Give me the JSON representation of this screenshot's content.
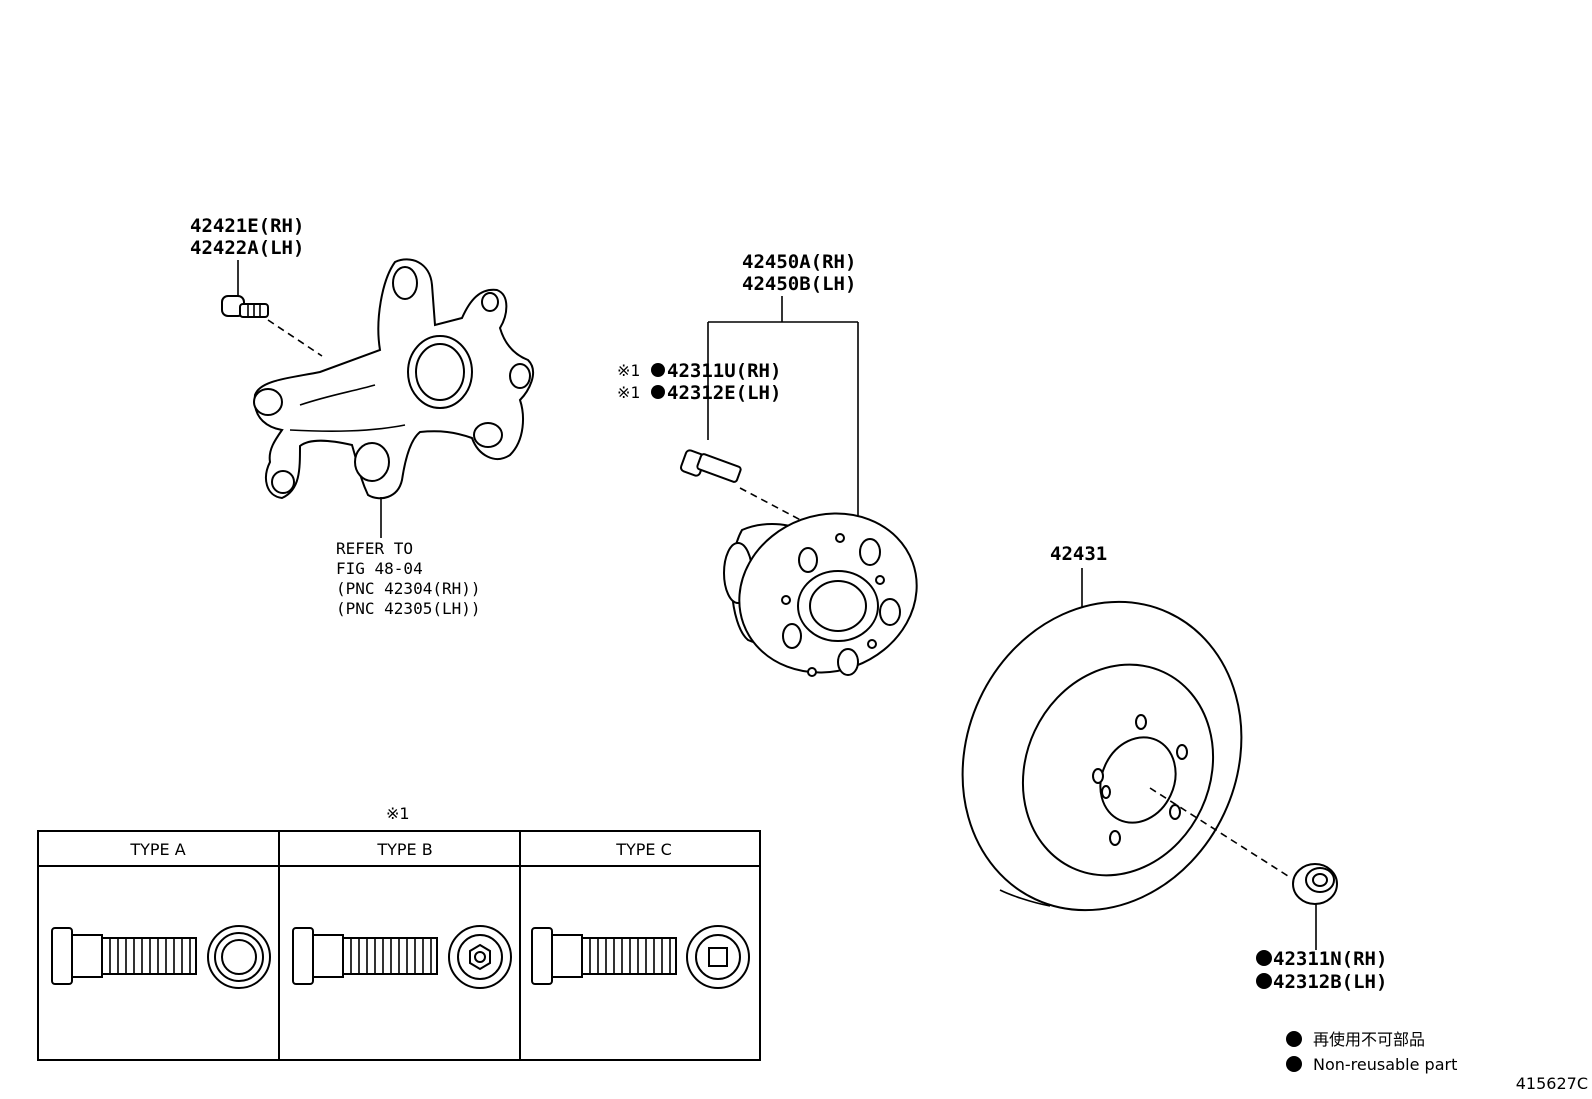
{
  "labels": {
    "knuckle_bolt_rh": "42421E(RH)",
    "knuckle_bolt_lh": "42422A(LH)",
    "refer_1": "REFER TO",
    "refer_2": "FIG 48-04",
    "refer_3": "(PNC 42304(RH))",
    "refer_4": "(PNC 42305(LH))",
    "hub_rh": "42450A(RH)",
    "hub_lh": "42450B(LH)",
    "stud_rh_mark": "※1",
    "stud_rh": "42311U(RH)",
    "stud_lh_mark": "※1",
    "stud_lh": "42312E(LH)",
    "disc": "42431",
    "nut_rh": "42311N(RH)",
    "nut_lh": "42312B(LH)"
  },
  "type_table": {
    "note_mark": "※1",
    "columns": [
      "TYPE A",
      "TYPE B",
      "TYPE C"
    ]
  },
  "legend": {
    "line_jp": "再使用不可部品",
    "line_en": "Non-reusable part"
  },
  "figure_id": "415627C"
}
